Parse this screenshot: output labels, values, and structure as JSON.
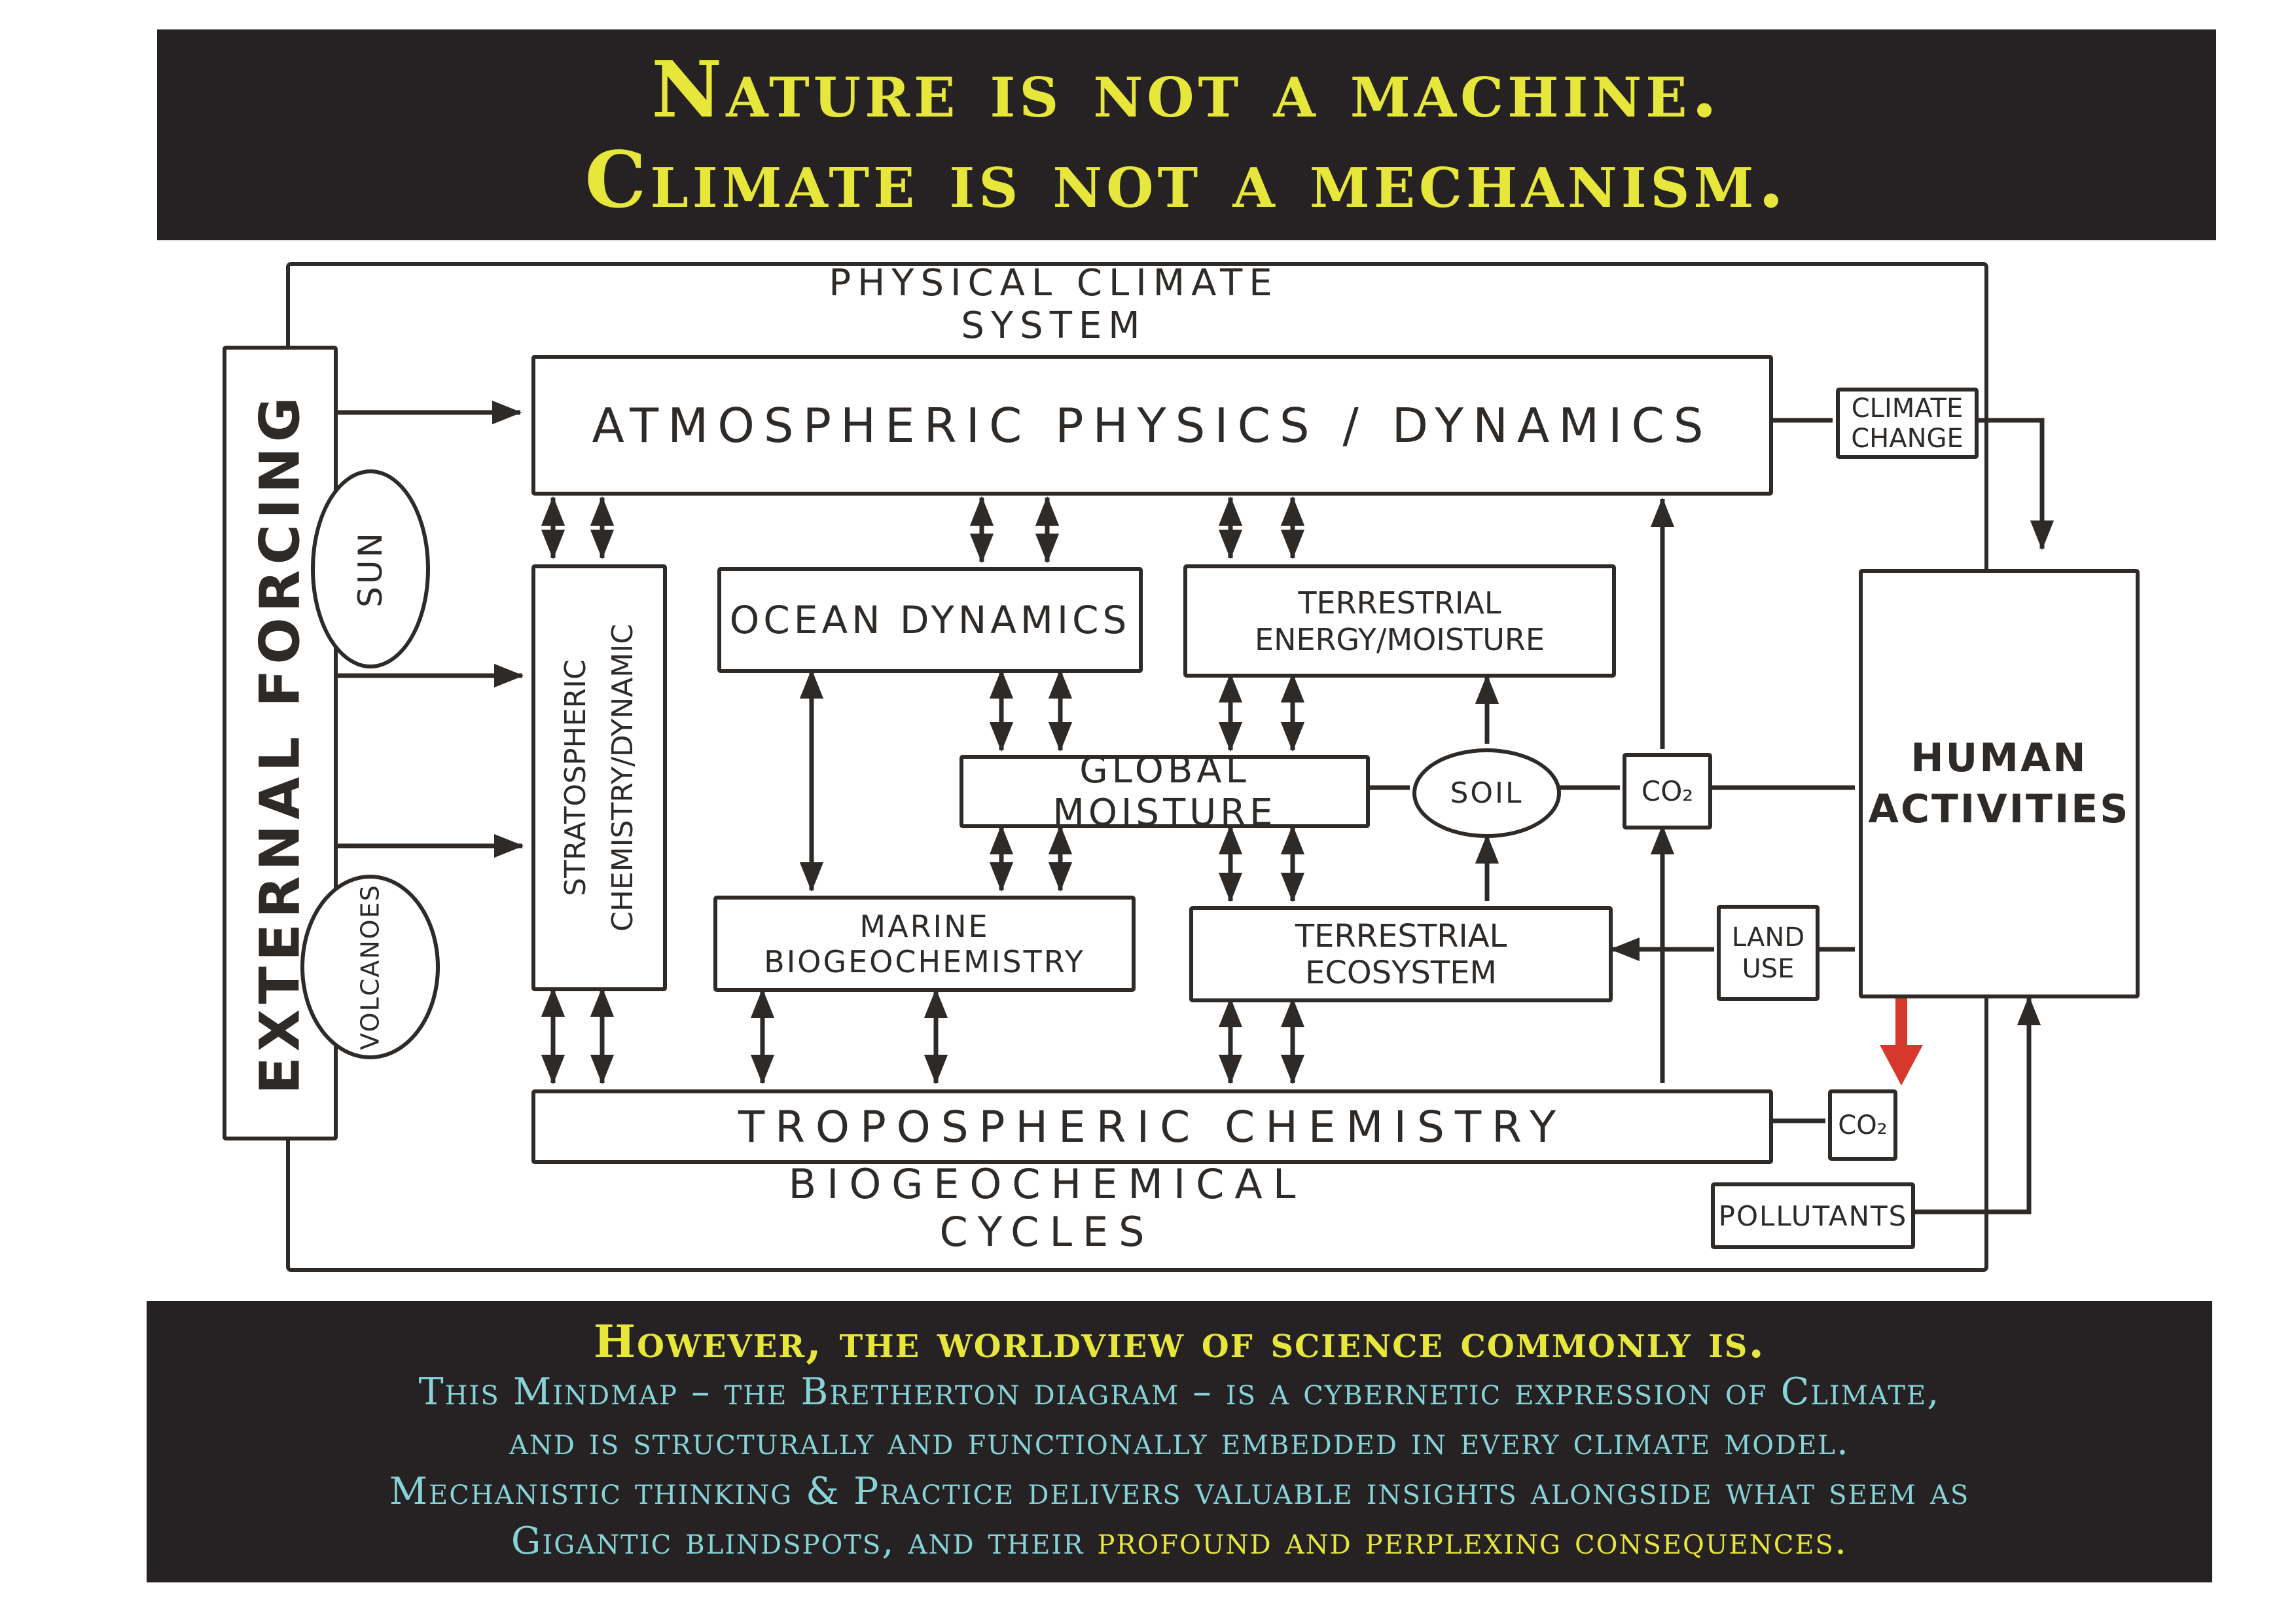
{
  "colors": {
    "ink": "#2d2a28",
    "banner_bg": "#262223",
    "yellow": "#e7e63b",
    "cyan": "#86d3d8",
    "red_arrow": "#d6392c"
  },
  "header": {
    "line1": "Nature is not a machine.",
    "line2": "Climate is not a mechanism."
  },
  "diagram": {
    "physical_frame_label": "PHYSICAL CLIMATE SYSTEM",
    "biogeo_label": "BIOGEOCHEMICAL CYCLES",
    "external_forcing": "EXTERNAL FORCING",
    "sun": "SUN",
    "volcanoes": "VOLCANOES",
    "atmospheric": "ATMOSPHERIC PHYSICS / DYNAMICS",
    "climate_change": {
      "line1": "CLIMATE",
      "line2": "CHANGE"
    },
    "human_activities": {
      "line1": "HUMAN",
      "line2": "ACTIVITIES"
    },
    "stratospheric": {
      "line1": "STRATOSPHERIC",
      "line2": "CHEMISTRY/DYNAMIC"
    },
    "ocean_dynamics": "OCEAN DYNAMICS",
    "terrestrial_energy": {
      "line1": "TERRESTRIAL",
      "line2": "ENERGY/MOISTURE"
    },
    "global_moisture": "GLOBAL MOISTURE",
    "soil": "SOIL",
    "co2_mid": "CO₂",
    "marine": {
      "line1": "MARINE",
      "line2": "BIOGEOCHEMISTRY"
    },
    "terrestrial_ecosystem": {
      "line1": "TERRESTRIAL",
      "line2": "ECOSYSTEM"
    },
    "land_use": {
      "line1": "LAND",
      "line2": "USE"
    },
    "tropospheric": "TROPOSPHERIC CHEMISTRY",
    "co2_bottom": "CO₂",
    "pollutants": "POLLUTANTS"
  },
  "footer": {
    "line1": "However, the worldview of science commonly is.",
    "line2": "This Mindmap – the Bretherton diagram – is a cybernetic expression of Climate,",
    "line3": "and is structurally and functionally embedded in every climate model.",
    "line4": "Mechanistic thinking & Practice delivers valuable insights alongside what seem as",
    "line5_cyan": "Gigantic blindspots, and their ",
    "line5_yellow": "profound and  perplexing consequences."
  }
}
